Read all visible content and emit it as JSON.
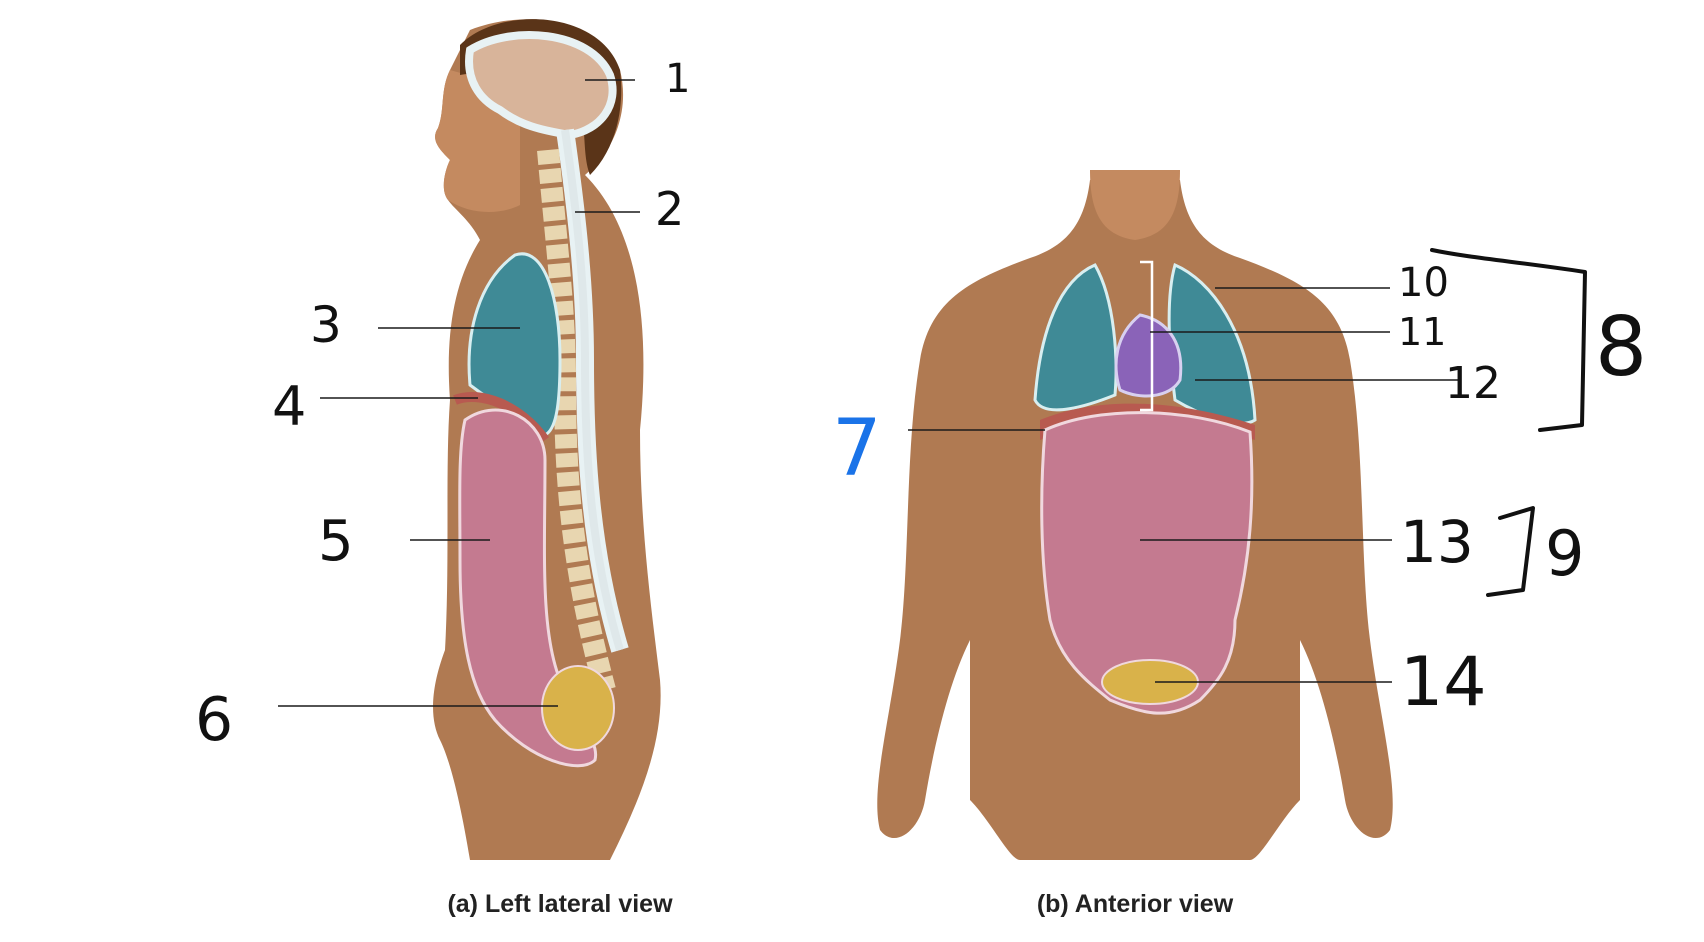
{
  "captions": {
    "lateral": "(a) Left lateral view",
    "anterior": "(b) Anterior view"
  },
  "labels": {
    "n1": "1",
    "n2": "2",
    "n3": "3",
    "n4": "4",
    "n5": "5",
    "n6": "6",
    "n7": "7",
    "n8": "8",
    "n9": "9",
    "n10": "10",
    "n11": "11",
    "n12": "12",
    "n13": "13",
    "n14": "14"
  },
  "colors": {
    "skin": "#b07a52",
    "skin_dark": "#8a5a38",
    "brain": "#d8b49a",
    "lung": "#3f8a96",
    "heart": "#8a63b8",
    "abdominal": "#c47a90",
    "pelvic": "#d9b24a",
    "serous": "#b85a50",
    "spine": "#e8d6b0",
    "label_blue": "#1a73e8"
  }
}
